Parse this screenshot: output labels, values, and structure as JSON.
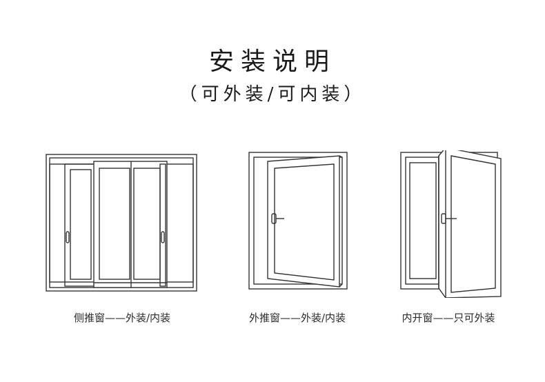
{
  "header": {
    "title": "安装说明",
    "subtitle": "（可外装/可内装）"
  },
  "windows": [
    {
      "caption": "侧推窗——外装/内装"
    },
    {
      "caption": "外推窗——外装/内装"
    },
    {
      "caption": "内开窗——只可外装"
    }
  ]
}
